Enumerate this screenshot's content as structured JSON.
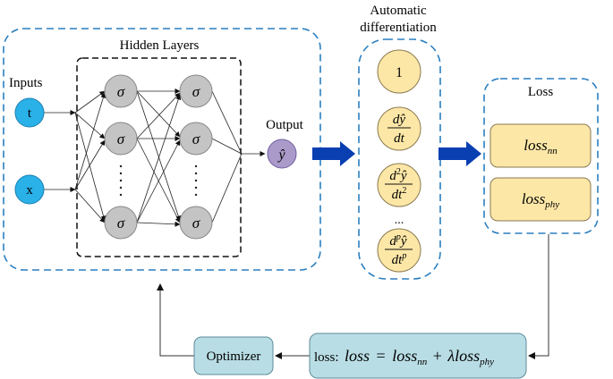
{
  "labels": {
    "hidden_layers": "Hidden Layers",
    "inputs": "Inputs",
    "input_t": "t",
    "input_x": "x",
    "output": "Output",
    "output_symbol": "ŷ",
    "sigma": "σ",
    "dots": "...",
    "autodiff_line1": "Automatic",
    "autodiff_line2": "differentiation",
    "loss_title": "Loss",
    "optimizer": "Optimizer"
  },
  "autodiff_items": {
    "one": "1",
    "d1_num": "dŷ",
    "d1_den": "dt",
    "d2_num_d": "d",
    "d2_num_exp": "2",
    "d2_num_y": "ŷ",
    "d2_den_dt": "dt",
    "d2_den_exp": "2",
    "ellipsis": "...",
    "dp_num_d": "d",
    "dp_num_exp": "p",
    "dp_num_y": "ŷ",
    "dp_den_dt": "dt",
    "dp_den_exp": "p"
  },
  "loss_items": {
    "nn_main": "loss",
    "nn_sub": "nn",
    "phy_main": "loss",
    "phy_sub": "phy"
  },
  "loss_formula": {
    "prefix": "loss:",
    "lhs": "loss",
    "eq": "=",
    "t1": "loss",
    "t1_sub": "nn",
    "plus": "+",
    "lambda": "λ",
    "t2": "loss",
    "t2_sub": "phy"
  },
  "colors": {
    "dashed_blue": "#2a7fc0",
    "input_node": "#29b1e8",
    "hidden_node": "#c4c4c4",
    "output_node": "#a99ac9",
    "gold_fill": "#fde7a7",
    "gold_stroke": "#8a7a50",
    "teal_fill": "#b9dde5",
    "teal_stroke": "#5c8c98",
    "arrow_blue": "#0a3fb2"
  }
}
